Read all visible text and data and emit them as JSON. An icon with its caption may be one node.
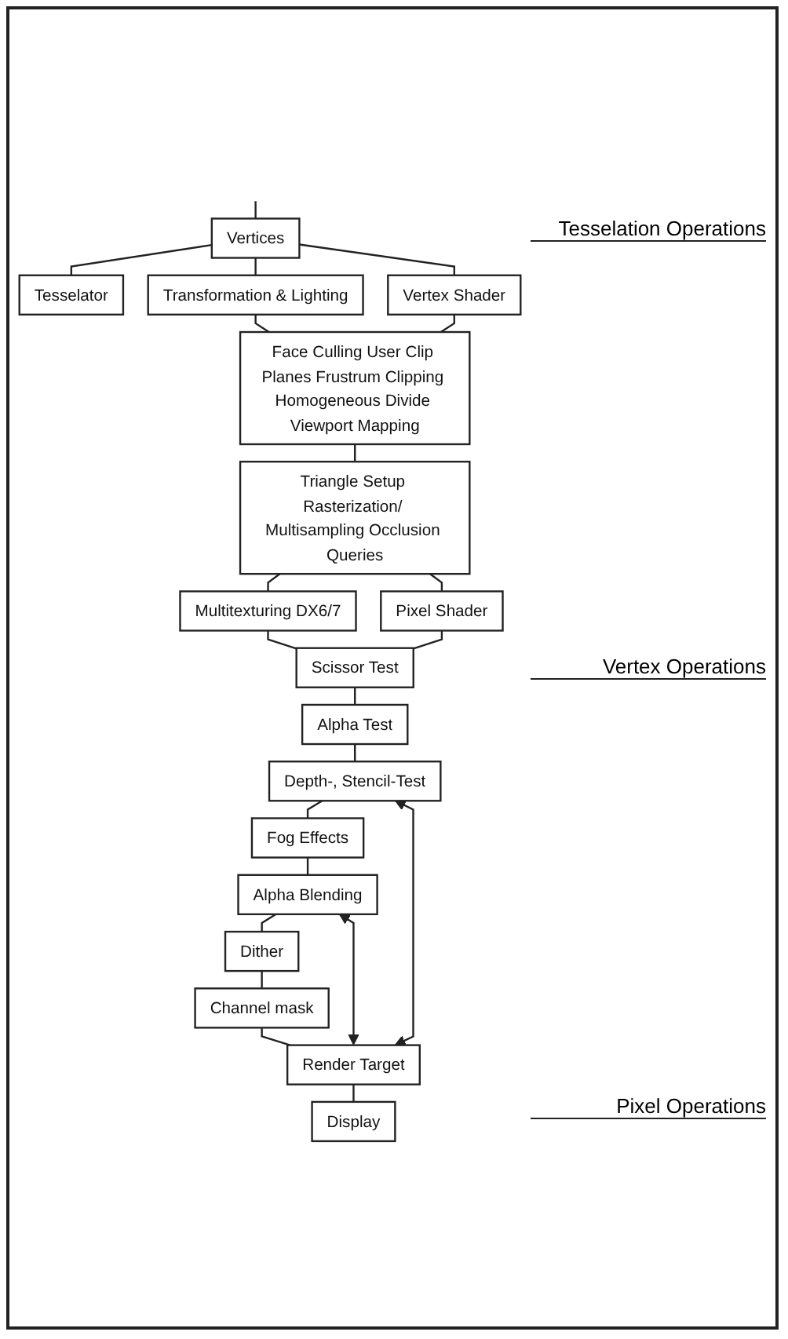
{
  "diagram": {
    "nodes": [
      {
        "text": [
          "Vertices"
        ]
      },
      {
        "text": [
          "Tesselator"
        ]
      },
      {
        "text": [
          "Transformation & Lighting"
        ]
      },
      {
        "text": [
          "Vertex Shader"
        ]
      },
      {
        "text": [
          "Face Culling User Clip Planes Frustrum Clipping Homogeneous Divide Viewport Mapping"
        ]
      },
      {
        "text": [
          "Triangle Setup Rasterization/ Multisampling Occlusion Queries"
        ]
      },
      {
        "text": [
          "Multitexturing DX6/7"
        ]
      },
      {
        "text": [
          "Pixel Shader"
        ]
      },
      {
        "text": [
          "Scissor Test"
        ]
      },
      {
        "text": [
          "Alpha Test"
        ]
      },
      {
        "text": [
          "Depth-, Stencil-Test"
        ]
      },
      {
        "text": [
          "Fog Effects"
        ]
      },
      {
        "text": [
          "Alpha Blending"
        ]
      },
      {
        "text": [
          "Dither"
        ]
      },
      {
        "text": [
          "Channel mask"
        ]
      },
      {
        "text": [
          "Render Target"
        ]
      },
      {
        "text": [
          "Display"
        ]
      }
    ],
    "edges": [
      {
        "from": null,
        "to": 0,
        "arrow": "none"
      },
      {
        "from": 0,
        "to": 1,
        "arrow": "none"
      },
      {
        "from": 0,
        "to": 2,
        "arrow": "none"
      },
      {
        "from": 0,
        "to": 3,
        "arrow": "none"
      },
      {
        "from": 2,
        "to": 4,
        "arrow": "none"
      },
      {
        "from": 3,
        "to": 4,
        "arrow": "none"
      },
      {
        "from": 4,
        "to": 5,
        "arrow": "none"
      },
      {
        "from": 5,
        "to": 6,
        "arrow": "none"
      },
      {
        "from": 5,
        "to": 7,
        "arrow": "none"
      },
      {
        "from": 6,
        "to": 8,
        "arrow": "none"
      },
      {
        "from": 7,
        "to": 8,
        "arrow": "none"
      },
      {
        "from": 8,
        "to": 9,
        "arrow": "none"
      },
      {
        "from": 9,
        "to": 10,
        "arrow": "none"
      },
      {
        "from": 10,
        "to": 11,
        "arrow": "none"
      },
      {
        "from": 11,
        "to": 12,
        "arrow": "none"
      },
      {
        "from": 12,
        "to": 13,
        "arrow": "none"
      },
      {
        "from": 13,
        "to": 14,
        "arrow": "none"
      },
      {
        "from": 14,
        "to": 15,
        "arrow": "none"
      },
      {
        "from": 15,
        "to": 16,
        "arrow": "none"
      },
      {
        "from": 15,
        "to": 10,
        "arrow": "both"
      },
      {
        "from": 15,
        "to": 12,
        "arrow": "both"
      }
    ],
    "labels": [
      "Tesselation Operations",
      "Vertex Operations",
      "Pixel Operations"
    ]
  }
}
